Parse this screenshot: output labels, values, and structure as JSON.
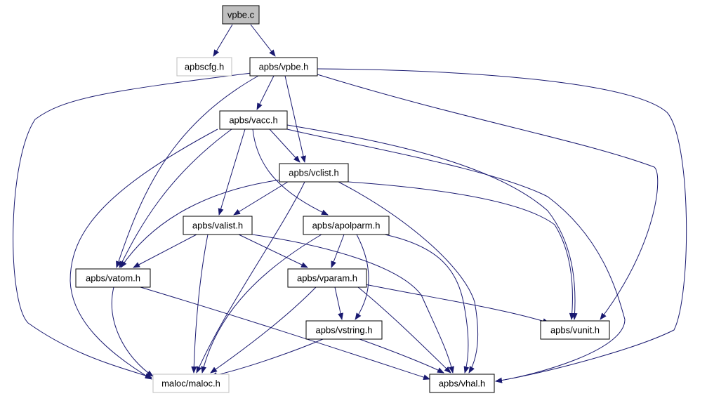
{
  "diagram": {
    "style": {
      "edge_color": "#191970",
      "node_border": "#000000",
      "ghost_border": "#bfbfbf",
      "root_fill": "#bfbfbf",
      "node_fill": "#ffffff",
      "text_color": "#000000"
    },
    "nodes": [
      {
        "id": "vpbe_c",
        "label": "vpbe.c",
        "kind": "root"
      },
      {
        "id": "apbscfg",
        "label": "apbscfg.h",
        "kind": "ghost"
      },
      {
        "id": "vpbe_h",
        "label": "apbs/vpbe.h",
        "kind": "normal"
      },
      {
        "id": "vacc",
        "label": "apbs/vacc.h",
        "kind": "normal"
      },
      {
        "id": "vclist",
        "label": "apbs/vclist.h",
        "kind": "normal"
      },
      {
        "id": "valist",
        "label": "apbs/valist.h",
        "kind": "normal"
      },
      {
        "id": "apolparm",
        "label": "apbs/apolparm.h",
        "kind": "normal"
      },
      {
        "id": "vatom",
        "label": "apbs/vatom.h",
        "kind": "normal"
      },
      {
        "id": "vparam",
        "label": "apbs/vparam.h",
        "kind": "normal"
      },
      {
        "id": "vstring",
        "label": "apbs/vstring.h",
        "kind": "normal"
      },
      {
        "id": "vunit",
        "label": "apbs/vunit.h",
        "kind": "normal"
      },
      {
        "id": "maloc",
        "label": "maloc/maloc.h",
        "kind": "ghost"
      },
      {
        "id": "vhal",
        "label": "apbs/vhal.h",
        "kind": "normal"
      }
    ],
    "edges": [
      [
        "vpbe_c",
        "apbscfg"
      ],
      [
        "vpbe_c",
        "vpbe_h"
      ],
      [
        "vpbe_h",
        "vacc"
      ],
      [
        "vpbe_h",
        "vclist"
      ],
      [
        "vpbe_h",
        "vatom"
      ],
      [
        "vpbe_h",
        "vunit"
      ],
      [
        "vpbe_h",
        "maloc"
      ],
      [
        "vpbe_h",
        "vhal"
      ],
      [
        "vacc",
        "vclist"
      ],
      [
        "vacc",
        "valist"
      ],
      [
        "vacc",
        "apolparm"
      ],
      [
        "vacc",
        "vatom"
      ],
      [
        "vacc",
        "vunit"
      ],
      [
        "vacc",
        "maloc"
      ],
      [
        "vacc",
        "vhal"
      ],
      [
        "vclist",
        "valist"
      ],
      [
        "vclist",
        "vatom"
      ],
      [
        "vclist",
        "vunit"
      ],
      [
        "vclist",
        "maloc"
      ],
      [
        "vclist",
        "vhal"
      ],
      [
        "valist",
        "vatom"
      ],
      [
        "valist",
        "vparam"
      ],
      [
        "valist",
        "maloc"
      ],
      [
        "valist",
        "vhal"
      ],
      [
        "apolparm",
        "vparam"
      ],
      [
        "apolparm",
        "vstring"
      ],
      [
        "apolparm",
        "maloc"
      ],
      [
        "apolparm",
        "vhal"
      ],
      [
        "vatom",
        "maloc"
      ],
      [
        "vatom",
        "vhal"
      ],
      [
        "vparam",
        "vstring"
      ],
      [
        "vparam",
        "vunit"
      ],
      [
        "vparam",
        "maloc"
      ],
      [
        "vparam",
        "vhal"
      ],
      [
        "vstring",
        "maloc"
      ],
      [
        "vstring",
        "vhal"
      ]
    ]
  }
}
